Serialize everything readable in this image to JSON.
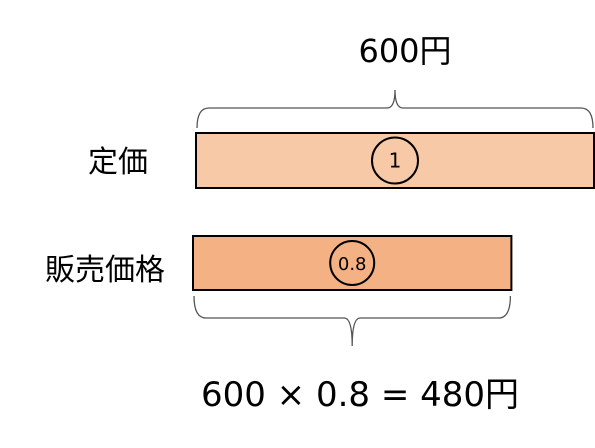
{
  "top_label": "600円",
  "bars": {
    "list": {
      "label": "定価",
      "ratio_text": "1",
      "ratio_value": 1,
      "fill": "#f8c9a6"
    },
    "sale": {
      "label": "販売価格",
      "ratio_text": "0.8",
      "ratio_value": 0.8,
      "fill": "#f4b183"
    }
  },
  "equation": "600 × 0.8 = 480円",
  "stroke_color": "#000000"
}
